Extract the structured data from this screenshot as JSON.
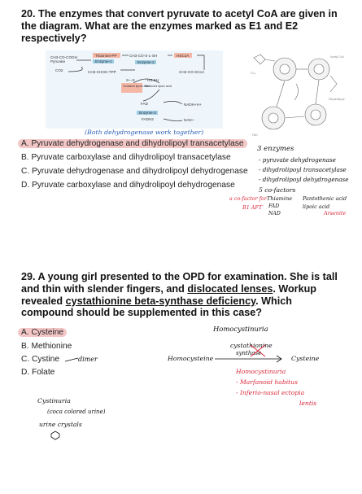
{
  "q20": {
    "title": "20. The enzymes that convert pyruvate to acetyl CoA are given in the diagram. What are the enzymes marked as E1 and E2 respectively?",
    "diagram": {
      "pyruvate_label": "CH3-CO-COOH",
      "pyruvate_name": "Pyruvate",
      "tpp": "Thiamine-PP",
      "enzyme1": "Enzyme-1",
      "enzyme2": "Enzyme-2",
      "enzyme3": "Enzyme-3",
      "hscoa": "HSCoA",
      "acetyl_lipoic": "CH3-CO-S-L-SH",
      "hydroxy_tpp": "CH3-CHOH-TPP",
      "co2": "CO2",
      "acetyl_coa": "CH3-CO-SCoA",
      "oxidized_lipoic": "Oxidized lipoic acid",
      "reduced_lipoic": "Reduced lipoic acid",
      "fad": "FAD",
      "fadh2": "FADH2",
      "nadh": "NADH+H+",
      "nad": "NAD+",
      "s_s": "S—S",
      "hs_sh": "HS  SH"
    },
    "options": [
      "A. Pyruvate dehydrogenase and dihydrolipoyl transacetylase",
      "B. Pyruvate carboxylase and dihydrolipoyl transacetylase",
      "C. Pyruvate dehydrogenase and dihydrolipoyl dehydrogenase",
      "D. Pyruvate carboxylase and dihydrolipoyl dehydrogenase"
    ],
    "notes": {
      "both": "(Both dehydrogenase work together)",
      "three_enzymes": "3 enzymes",
      "e1": "- pyruvate dehydrogenase",
      "e2": "- dihydrolipoyl transacetylase",
      "e3": "- dihydrolipoyl dehydrogenase",
      "five_cofactors": "5 co-factors",
      "cofactor": "a co-factor for",
      "b1": "B1 AFT",
      "thiamine": "Thiamine",
      "fad": "FAD",
      "nad": "NAD",
      "pantothenic": "Pantothenic acid",
      "lipoic": "lipoic acid",
      "arsenite": "Arsenite"
    }
  },
  "q29": {
    "title": "29. A young girl presented to the OPD for examination. She is tall and thin with slender fingers, and dislocated lenses. Workup revealed cystathionine beta-synthase deficiency. Which compound should be supplemented in this case?",
    "options": [
      "A. Cysteine",
      "B. Methionine",
      "C. Cystine",
      "D. Folate"
    ],
    "notes": {
      "homocystinuria": "Homocystinuria",
      "dimer": "dimer",
      "cystathionine": "cystathionine",
      "synthase": "synthase",
      "homocysteine": "Homocysteine",
      "cysteine": "Cysteine",
      "homocystinuria_red": "Homocystinuria",
      "marfanoid": "- Marfanoid habitus",
      "ectopia1": "- Inferio-nasal ectopia",
      "ectopia2": "lentis",
      "cystinuria": "Cystinuria",
      "coca": "(coca colored urine)",
      "crystals": "urine crystals"
    }
  }
}
